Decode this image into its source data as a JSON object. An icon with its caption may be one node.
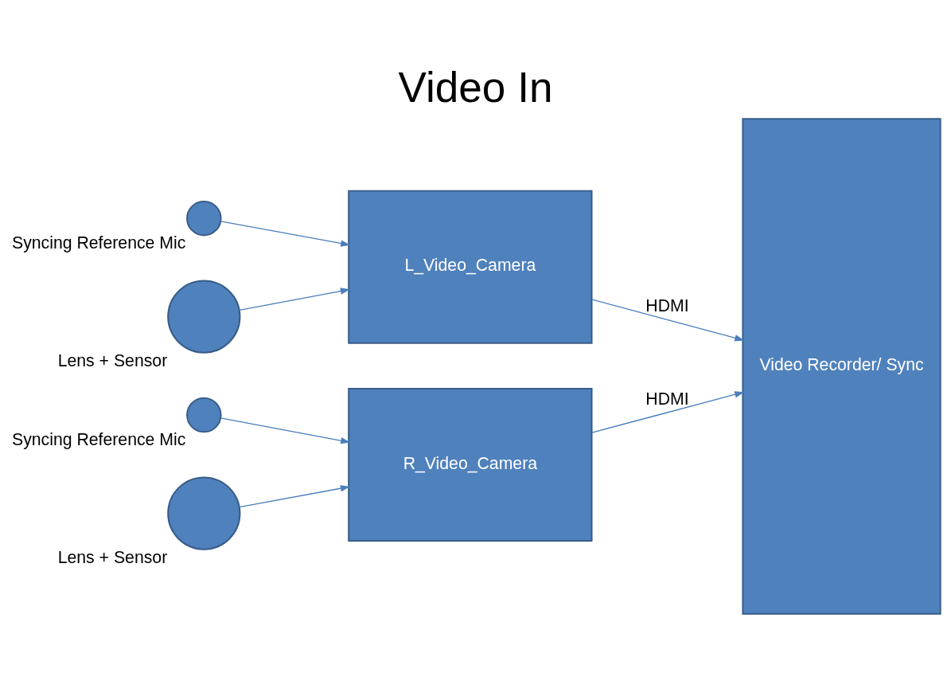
{
  "diagram": {
    "title": "Video In",
    "nodes": [
      {
        "text": [],
        "shape": "circle",
        "beside": [
          "Syncing Reference Mic"
        ]
      },
      {
        "text": [],
        "shape": "circle",
        "beside": [
          "Lens + Sensor"
        ]
      },
      {
        "text": [
          "L_Video_Camera"
        ]
      },
      {
        "text": [
          "Video Recorder/ Sync"
        ]
      },
      {
        "text": [],
        "shape": "circle",
        "beside": [
          "Lens + Sensor"
        ]
      },
      {
        "text": [
          "R_Video_Camera"
        ]
      },
      {
        "text": [],
        "shape": "circle",
        "beside": [
          "Syncing Reference Mic"
        ]
      }
    ],
    "edges": [
      {
        "from": 0,
        "to": 2,
        "arrow": "to"
      },
      {
        "from": 1,
        "to": 2,
        "arrow": "to"
      },
      {
        "from": 2,
        "to": 3,
        "label": "HDMI",
        "arrow": "to"
      },
      {
        "from": 4,
        "to": 5,
        "arrow": "to"
      },
      {
        "from": 6,
        "to": 5,
        "arrow": "to"
      },
      {
        "from": 5,
        "to": 3,
        "label": "HDMI",
        "arrow": "to"
      }
    ]
  }
}
